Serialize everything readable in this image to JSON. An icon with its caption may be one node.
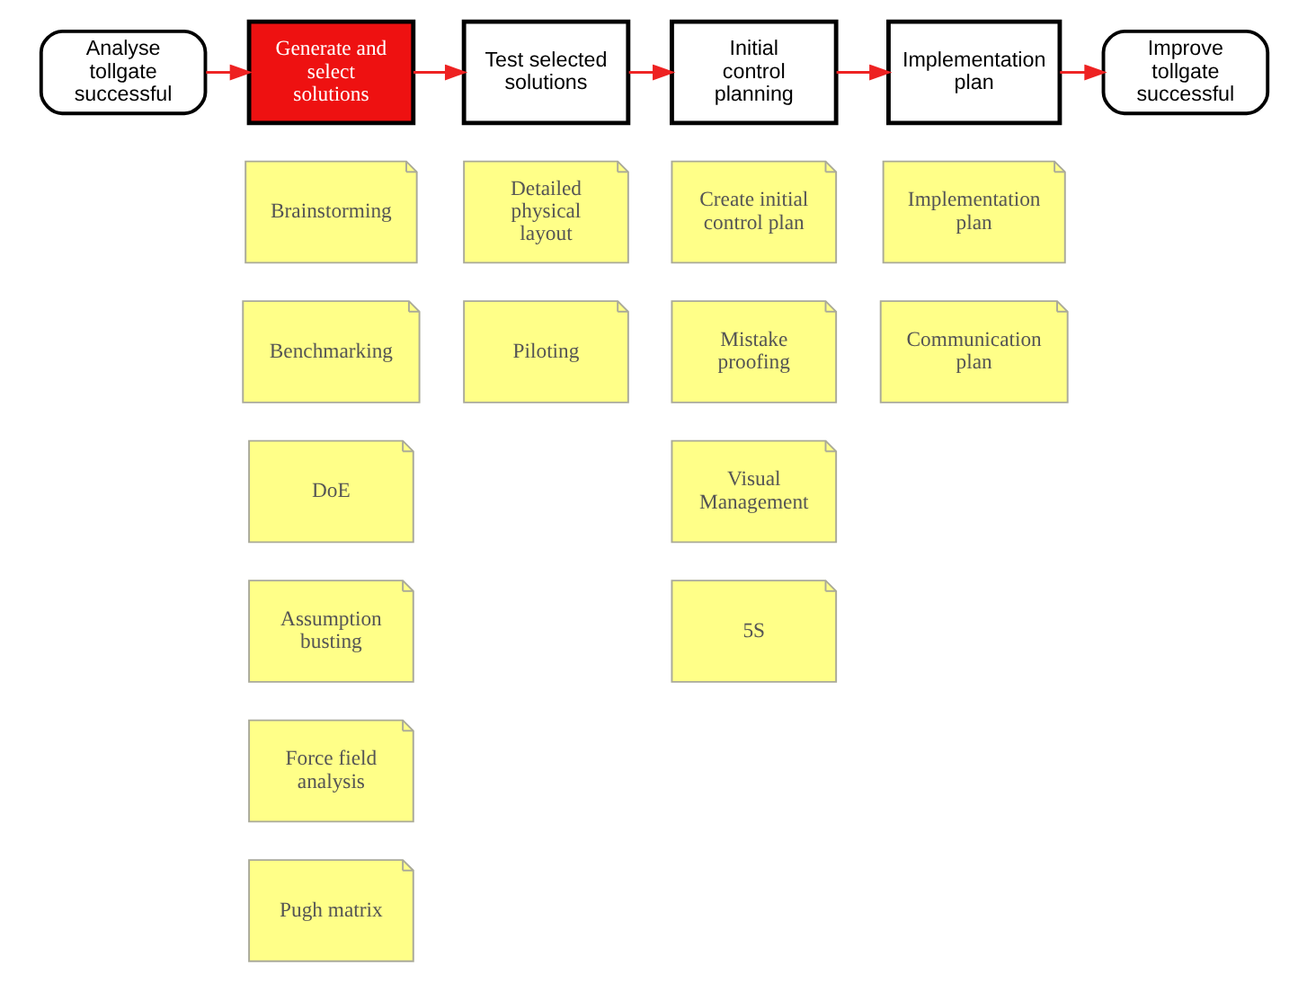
{
  "diagram": {
    "nodes": [
      {
        "text": [
          "Analyse tollgate successful"
        ]
      },
      {
        "text": [
          "Generate and select solutions"
        ]
      },
      {
        "text": [
          "Test selected solutions"
        ]
      },
      {
        "text": [
          "Initial control planning"
        ]
      },
      {
        "text": [
          "Implementation plan"
        ]
      },
      {
        "text": [
          "Improve tollgate successful"
        ]
      },
      {
        "text": [
          "Brainstorming"
        ]
      },
      {
        "text": [
          "Benchmarking"
        ]
      },
      {
        "text": [
          "DoE"
        ]
      },
      {
        "text": [
          "Assumption busting"
        ]
      },
      {
        "text": [
          "Force field analysis"
        ]
      },
      {
        "text": [
          "Pugh matrix"
        ]
      },
      {
        "text": [
          "Detailed physical layout"
        ]
      },
      {
        "text": [
          "Piloting"
        ]
      },
      {
        "text": [
          "Create initial control plan"
        ]
      },
      {
        "text": [
          "Mistake proofing"
        ]
      },
      {
        "text": [
          "Visual Management"
        ]
      },
      {
        "text": [
          "5S"
        ]
      },
      {
        "text": [
          "Implementation plan"
        ]
      },
      {
        "text": [
          "Communication plan"
        ]
      }
    ],
    "edges": [
      {
        "from": 0,
        "to": 1,
        "arrow": "to"
      },
      {
        "from": 1,
        "to": 2,
        "arrow": "to"
      },
      {
        "from": 2,
        "to": 3,
        "arrow": "to"
      },
      {
        "from": 3,
        "to": 4,
        "arrow": "to"
      },
      {
        "from": 4,
        "to": 5,
        "arrow": "to"
      }
    ]
  }
}
